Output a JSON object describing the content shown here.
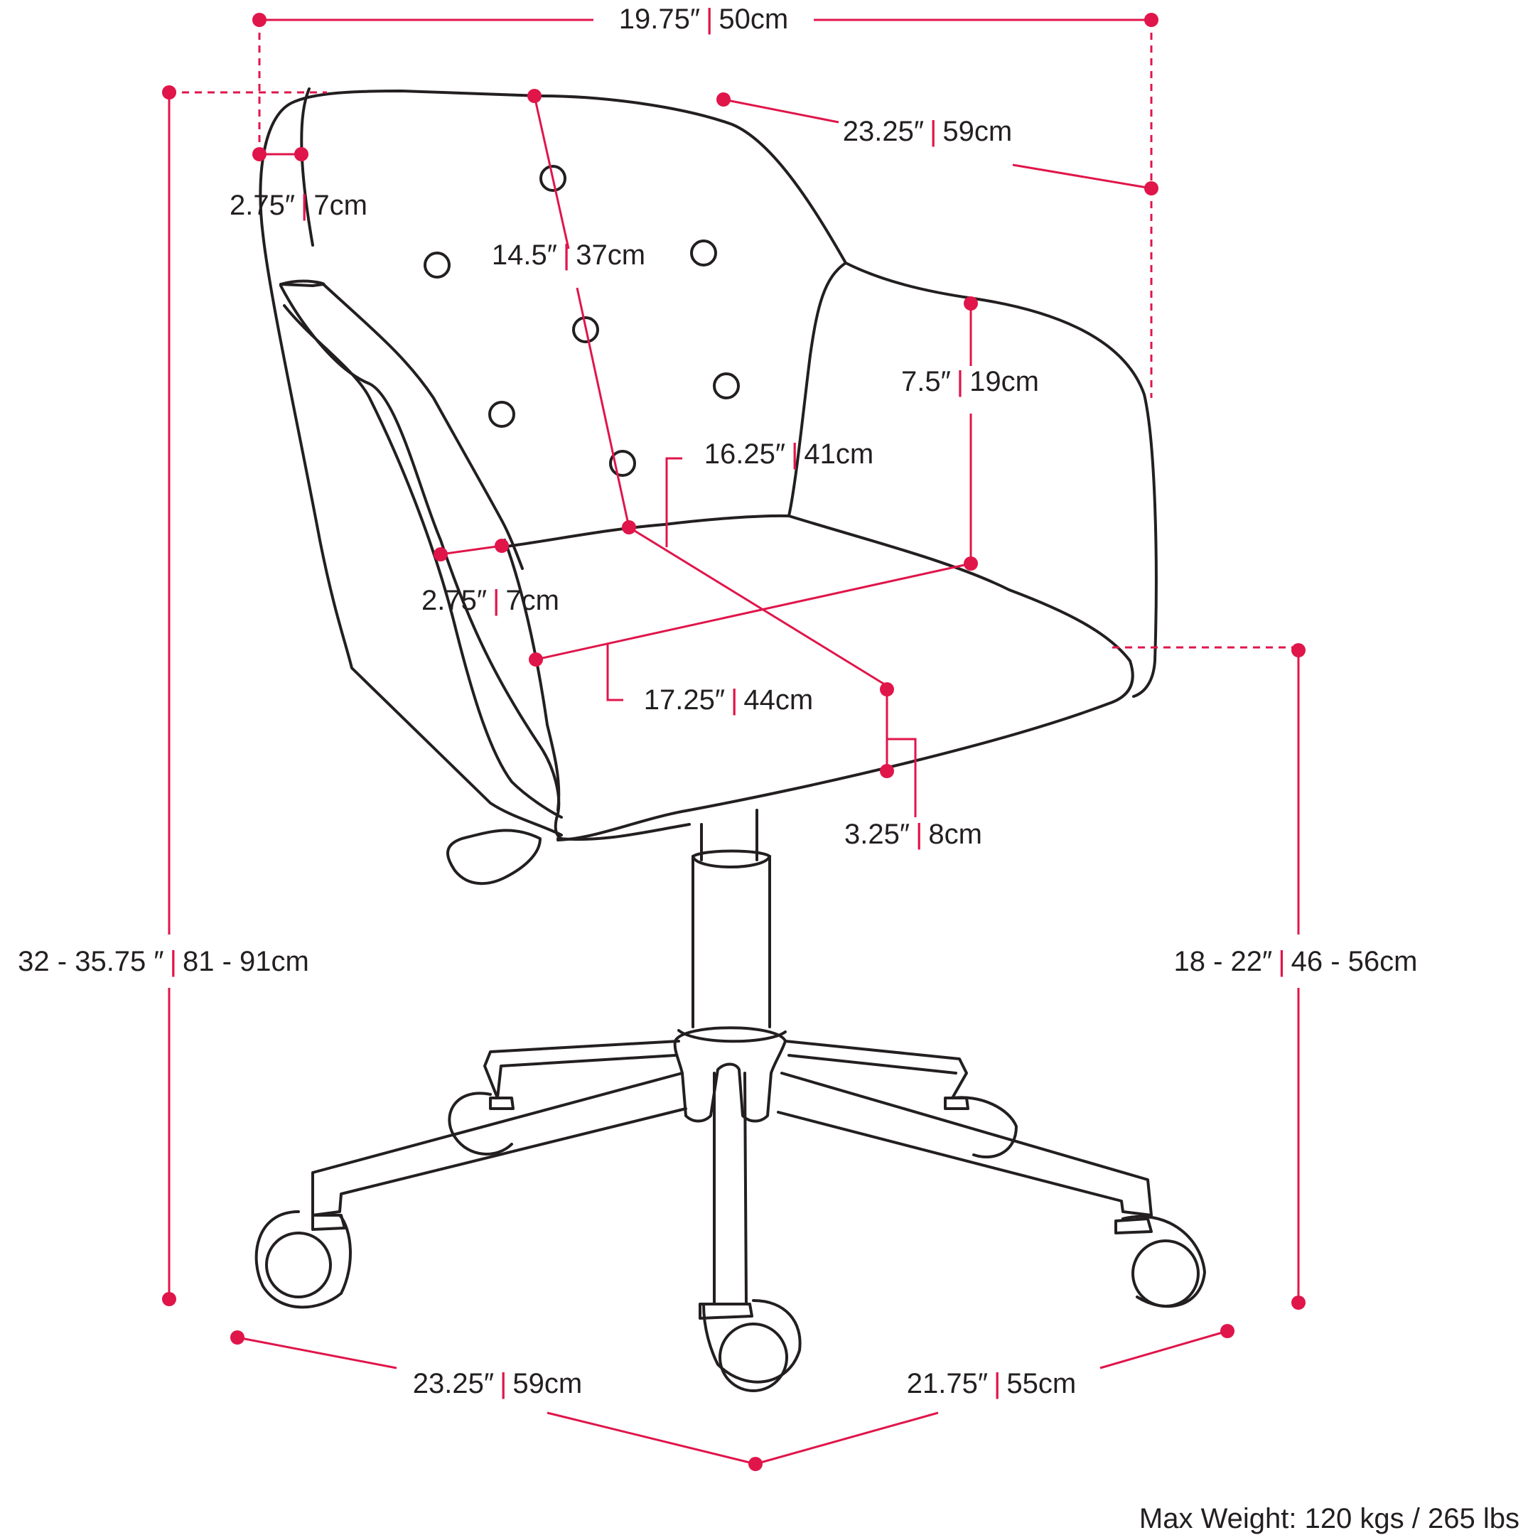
{
  "colors": {
    "accent": "#e0154a",
    "line": "#231f20",
    "background": "#ffffff"
  },
  "separator": "|",
  "dimensions": {
    "overall_width": {
      "imperial": "19.75″",
      "metric": "50cm"
    },
    "overall_depth_top": {
      "imperial": "23.25″",
      "metric": "59cm"
    },
    "armrest_top_width": {
      "imperial": "2.75″",
      "metric": "7cm"
    },
    "backrest_height": {
      "imperial": "14.5″",
      "metric": "37cm"
    },
    "armrest_height": {
      "imperial": "7.5″",
      "metric": "19cm"
    },
    "seat_depth": {
      "imperial": "16.25″",
      "metric": "41cm"
    },
    "armrest_front_width": {
      "imperial": "2.75″",
      "metric": "7cm"
    },
    "seat_width": {
      "imperial": "17.25″",
      "metric": "44cm"
    },
    "seat_thickness": {
      "imperial": "3.25″",
      "metric": "8cm"
    },
    "overall_height": {
      "imperial": "32 - 35.75 ″",
      "metric": "81 - 91cm"
    },
    "seat_height": {
      "imperial": "18 - 22″",
      "metric": "46 - 56cm"
    },
    "base_width": {
      "imperial": "23.25″",
      "metric": "59cm"
    },
    "base_depth": {
      "imperial": "21.75″",
      "metric": "55cm"
    }
  },
  "footer": {
    "max_weight": "Max Weight: 120 kgs / 265 lbs"
  }
}
